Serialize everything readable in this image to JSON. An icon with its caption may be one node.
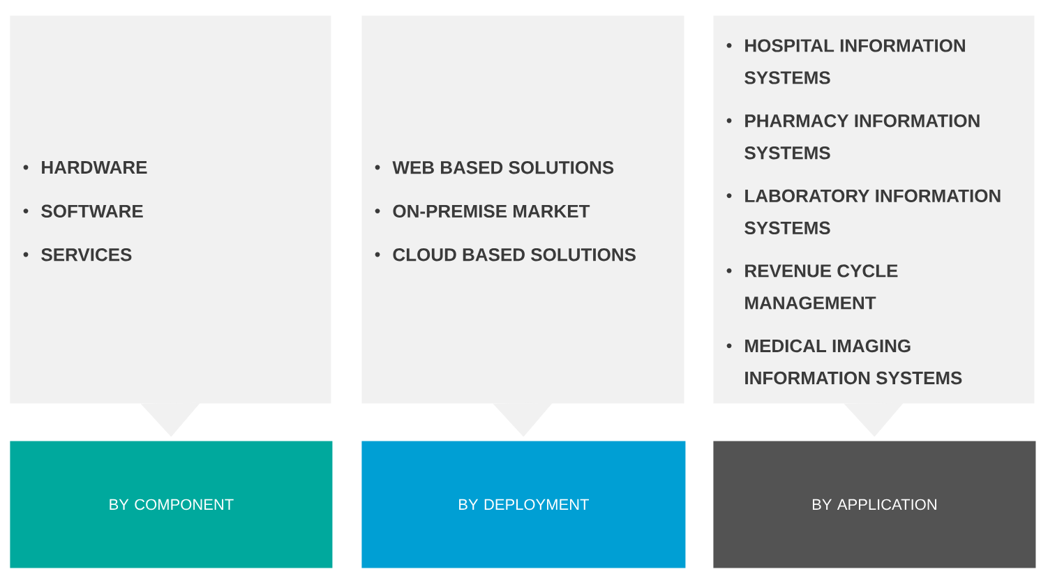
{
  "diagram": {
    "nodes": [
      {
        "text": [
          "HARDWARE",
          "SOFTWARE",
          "SERVICES"
        ]
      },
      {
        "text": [
          "WEB BASED SOLUTIONS",
          "ON-PREMISE MARKET",
          "CLOUD BASED SOLUTIONS"
        ]
      },
      {
        "text": [
          "HOSPITAL INFORMATION SYSTEMS",
          "PHARMACY INFORMATION SYSTEMS",
          "LABORATORY INFORMATION SYSTEMS",
          "REVENUE CYCLE MANAGEMENT",
          "MEDICAL IMAGING INFORMATION SYSTEMS"
        ]
      },
      {
        "text": [
          "BY COMPONENT"
        ]
      },
      {
        "text": [
          "BY DEPLOYMENT"
        ]
      },
      {
        "text": [
          "BY APPLICATION"
        ]
      }
    ],
    "edges": [
      {
        "from": 0,
        "to": 3,
        "arrow": "to"
      },
      {
        "from": 1,
        "to": 4,
        "arrow": "to"
      },
      {
        "from": 2,
        "to": 5,
        "arrow": "to"
      }
    ]
  }
}
